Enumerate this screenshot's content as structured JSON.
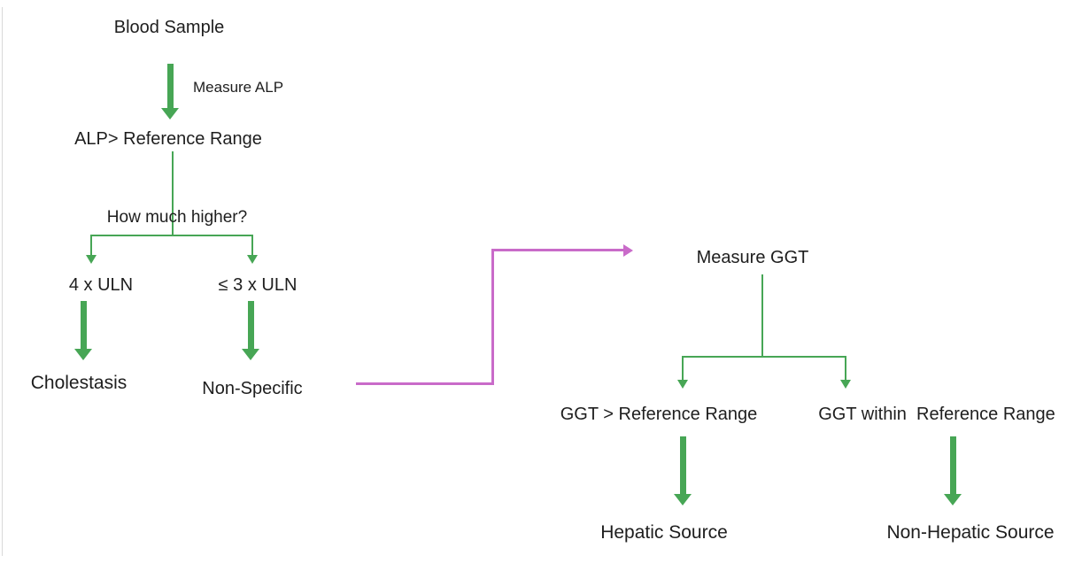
{
  "diagram": {
    "type": "flowchart",
    "topic": "ALP elevation work-up (liver blood test algorithm)",
    "colors": {
      "green": "#47a655",
      "pink": "#c96bc9",
      "ink": "#1e1e1e",
      "edge": "#d9d9d9"
    },
    "nodes": {
      "blood_sample": "Blood Sample",
      "measure_alp": "Measure ALP",
      "alp_above_ref": "ALP> Reference Range",
      "how_much_higher": "How much higher?",
      "uln4": "4 x ULN",
      "uln3": "≤ 3 x ULN",
      "cholestasis": "Cholestasis",
      "non_specific": "Non-Specific",
      "measure_ggt": "Measure GGT",
      "ggt_above_ref": "GGT > Reference Range",
      "ggt_within_ref": "GGT within  Reference Range",
      "hepatic_source": "Hepatic Source",
      "non_hepatic_source": "Non-Hepatic Source"
    },
    "edges": [
      {
        "from": "blood_sample",
        "to": "alp_above_ref",
        "label": "Measure ALP",
        "style": "thick-green-arrow"
      },
      {
        "from": "alp_above_ref",
        "to": "how_much_higher",
        "label": "",
        "style": "thin-green-line"
      },
      {
        "from": "how_much_higher",
        "to": "uln4",
        "label": "",
        "style": "thin-green-arrow"
      },
      {
        "from": "how_much_higher",
        "to": "uln3",
        "label": "",
        "style": "thin-green-arrow"
      },
      {
        "from": "uln4",
        "to": "cholestasis",
        "label": "",
        "style": "thick-green-arrow"
      },
      {
        "from": "uln3",
        "to": "non_specific",
        "label": "",
        "style": "thick-green-arrow"
      },
      {
        "from": "non_specific",
        "to": "measure_ggt",
        "label": "",
        "style": "pink-elbow-arrow"
      },
      {
        "from": "measure_ggt",
        "to": "ggt_above_ref",
        "label": "",
        "style": "thin-green-arrow"
      },
      {
        "from": "measure_ggt",
        "to": "ggt_within_ref",
        "label": "",
        "style": "thin-green-arrow"
      },
      {
        "from": "ggt_above_ref",
        "to": "hepatic_source",
        "label": "",
        "style": "thick-green-arrow"
      },
      {
        "from": "ggt_within_ref",
        "to": "non_hepatic_source",
        "label": "",
        "style": "thick-green-arrow"
      }
    ]
  }
}
